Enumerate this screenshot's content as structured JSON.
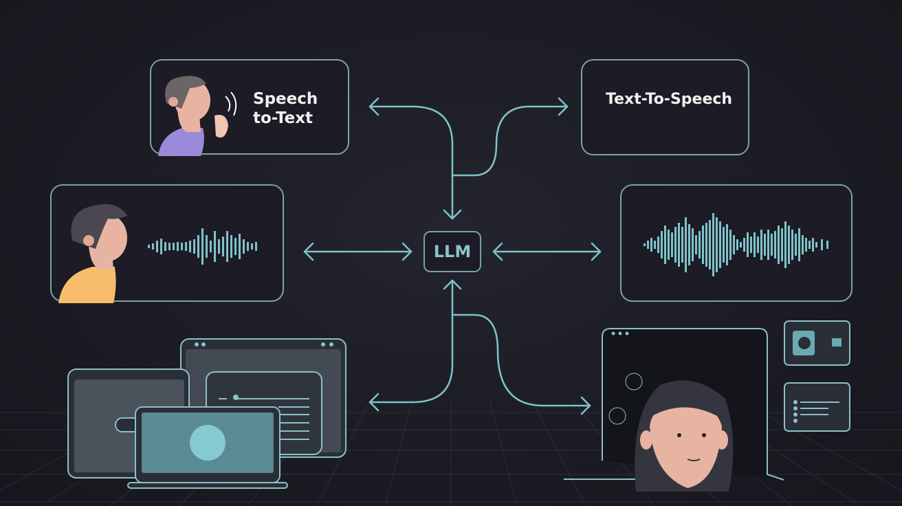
{
  "diagram": {
    "center": {
      "label": "LLM"
    },
    "nodes": {
      "speech_to_text": {
        "label_line1": "Speech",
        "label_line2": "to-Text"
      },
      "text_to_speech": {
        "label": "Text-To-Speech"
      },
      "voice_input": {
        "label": ""
      },
      "voice_output": {
        "label": ""
      },
      "devices": {
        "label": ""
      },
      "avatar_app": {
        "label": ""
      }
    },
    "colors": {
      "accent": "#7ec4c9",
      "border": "#7ea3ab",
      "background": "#1c1c24",
      "text": "#f1f1f1"
    }
  }
}
